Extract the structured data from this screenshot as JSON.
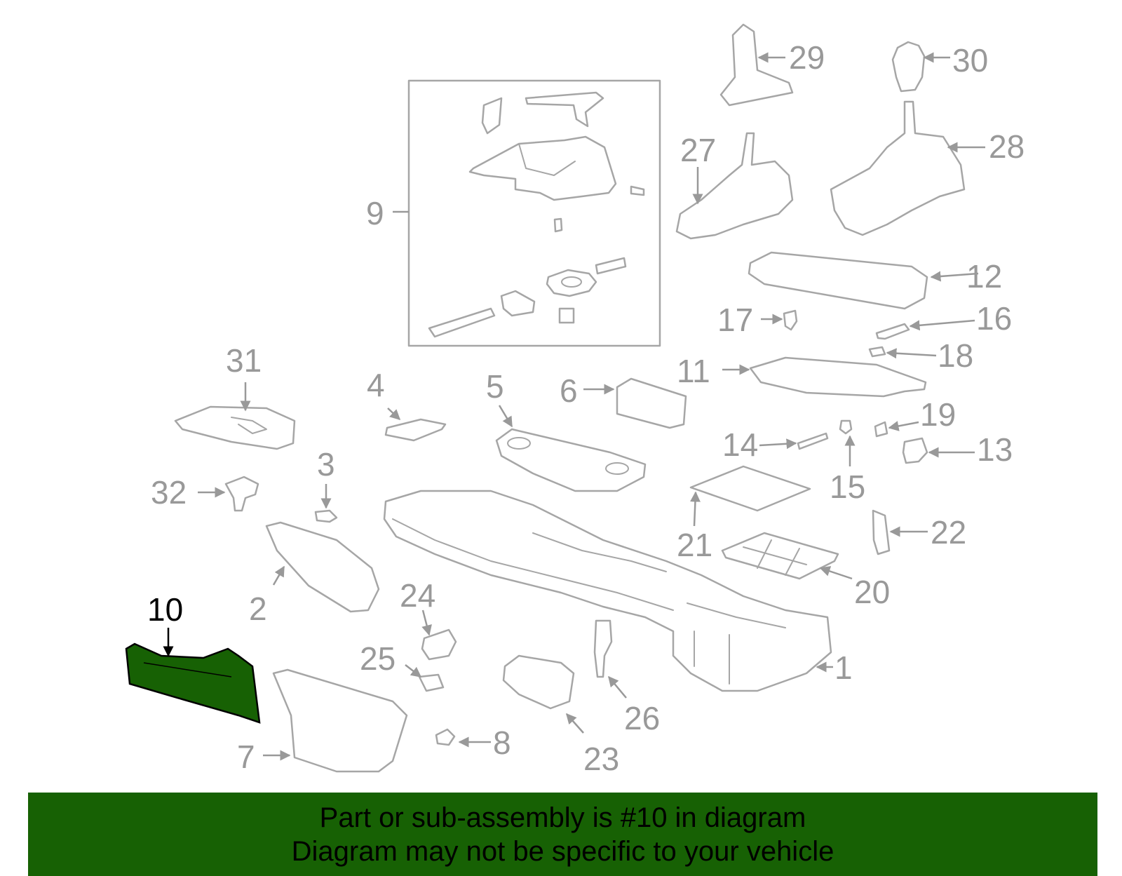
{
  "diagram": {
    "highlight_color": "#176104",
    "callouts": {
      "c1": "1",
      "c2": "2",
      "c3": "3",
      "c4": "4",
      "c5": "5",
      "c6": "6",
      "c7": "7",
      "c8": "8",
      "c9": "9",
      "c10": "10",
      "c11": "11",
      "c12": "12",
      "c13": "13",
      "c14": "14",
      "c15": "15",
      "c16": "16",
      "c17": "17",
      "c18": "18",
      "c19": "19",
      "c20": "20",
      "c21": "21",
      "c22": "22",
      "c23": "23",
      "c24": "24",
      "c25": "25",
      "c26": "26",
      "c27": "27",
      "c28": "28",
      "c29": "29",
      "c30": "30",
      "c31": "31",
      "c32": "32"
    }
  },
  "banner": {
    "line1": "Part or sub-assembly is #10 in diagram",
    "line2": "Diagram may not be specific to your vehicle",
    "background": "#176104"
  }
}
